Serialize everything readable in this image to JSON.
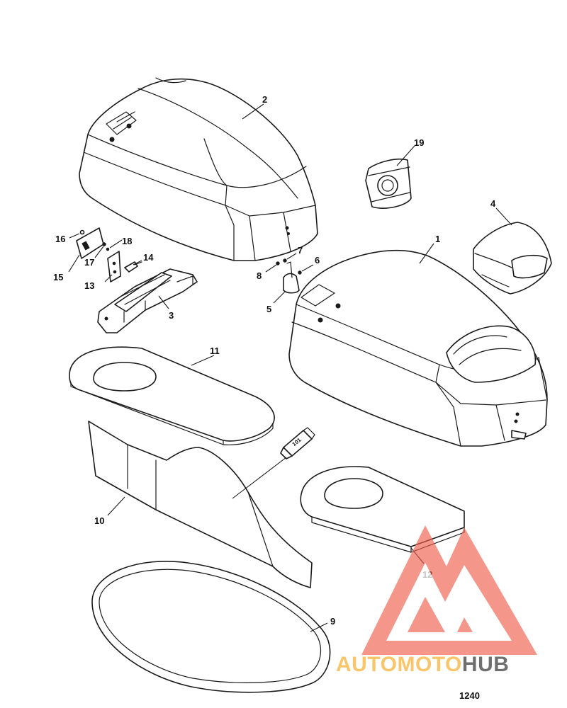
{
  "callouts": {
    "c1": "1",
    "c2": "2",
    "c3": "3",
    "c4": "4",
    "c5": "5",
    "c6": "6",
    "c7": "7",
    "c8": "8",
    "c9": "9",
    "c10": "10",
    "c11": "11",
    "c12": "12",
    "c13": "13",
    "c14": "14",
    "c15": "15",
    "c16": "16",
    "c17": "17",
    "c18": "18",
    "c19": "19"
  },
  "tube_label": "101",
  "figure_number": "1240",
  "watermark": {
    "part1": "AUTOMOTO",
    "part2": "HUB",
    "color_primary": "#f05a4a",
    "color_secondary": "#f7b23a",
    "color_tertiary": "#404040",
    "logo_icon": "triangle-m-logo-icon"
  }
}
